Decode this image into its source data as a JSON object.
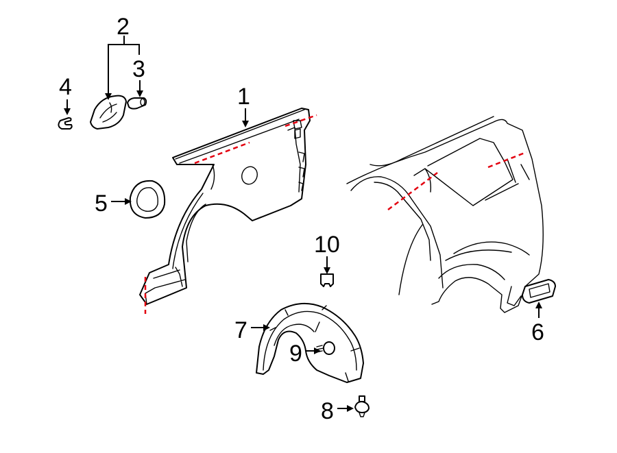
{
  "callouts": {
    "c1": "1",
    "c2": "2",
    "c3": "3",
    "c4": "4",
    "c5": "5",
    "c6": "6",
    "c7": "7",
    "c8": "8",
    "c9": "9",
    "c10": "10"
  },
  "colors": {
    "line": "#000000",
    "cut_line": "#e3000f",
    "background": "#ffffff"
  }
}
